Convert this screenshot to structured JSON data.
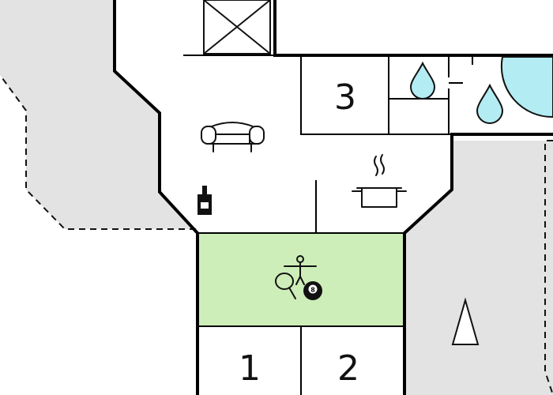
{
  "colors": {
    "wall": "#000000",
    "terrace": "#e3e3e3",
    "games_room": "#cdeeb8",
    "water": "#b3ecf3",
    "background": "#ffffff"
  },
  "rooms": {
    "room_3": {
      "label": "3"
    },
    "room_1": {
      "label": "1"
    },
    "room_2": {
      "label": "2"
    }
  },
  "icons": {
    "stair": "stair-icon",
    "sofa": "sofa-icon",
    "wood_stove": "wood-stove-icon",
    "kitchen_pot": "kitchen-pot-icon",
    "table_football": "table-football-icon",
    "table_tennis": "table-tennis-icon",
    "billiard_ball": "billiard-ball-icon",
    "bathroom_water_1": "water-drop-icon",
    "bathroom_water_2": "water-drop-icon",
    "tree": "tree-icon"
  },
  "billiard_ball_number": "8"
}
